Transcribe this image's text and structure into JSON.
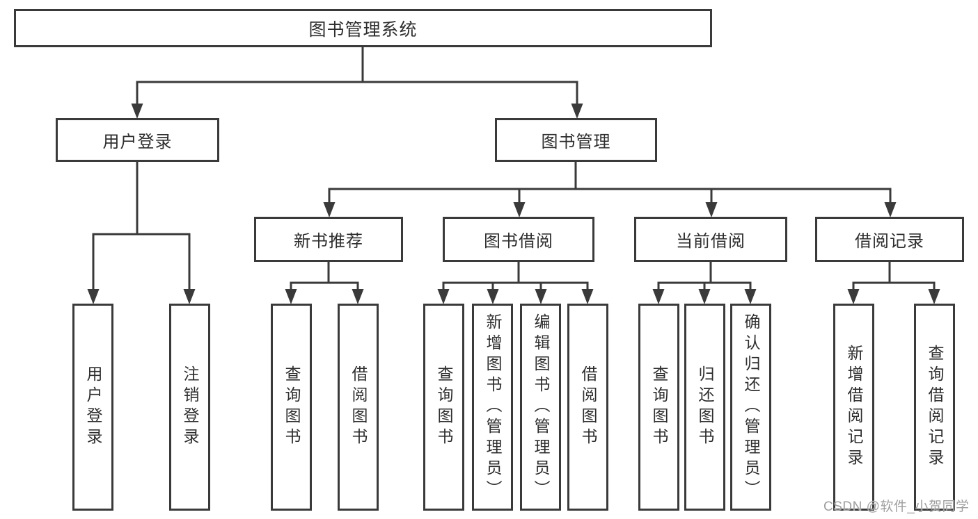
{
  "title": "图书管理系统",
  "nodes": {
    "root": "图书管理系统",
    "user_login": "用户登录",
    "book_management": "图书管理",
    "new_book_recommend": "新书推荐",
    "book_borrowing": "图书借阅",
    "current_borrowing": "当前借阅",
    "borrowing_records": "借阅记录",
    "leaf_user_login": "用户登录",
    "leaf_logout_login": "注销登录",
    "leaf_rec_query_books": "查询图书",
    "leaf_rec_borrow_books": "借阅图书",
    "leaf_bor_query_books": "查询图书",
    "leaf_bor_add_books_admin": "新增图书（管理员）",
    "leaf_bor_edit_books_admin": "编辑图书（管理员）",
    "leaf_bor_borrow_books": "借阅图书",
    "leaf_cur_query_books": "查询图书",
    "leaf_cur_return_books": "归还图书",
    "leaf_cur_confirm_return_admin": "确认归还（管理员）",
    "leaf_rcd_add_record": "新增借阅记录",
    "leaf_rcd_query_record": "查询借阅记录"
  },
  "watermark": "CSDN @软件_小贺同学",
  "colors": {
    "line": "#3a3a3a",
    "text": "#2e2e2e",
    "watermark": "#9e9e9e",
    "background": "#ffffff"
  }
}
